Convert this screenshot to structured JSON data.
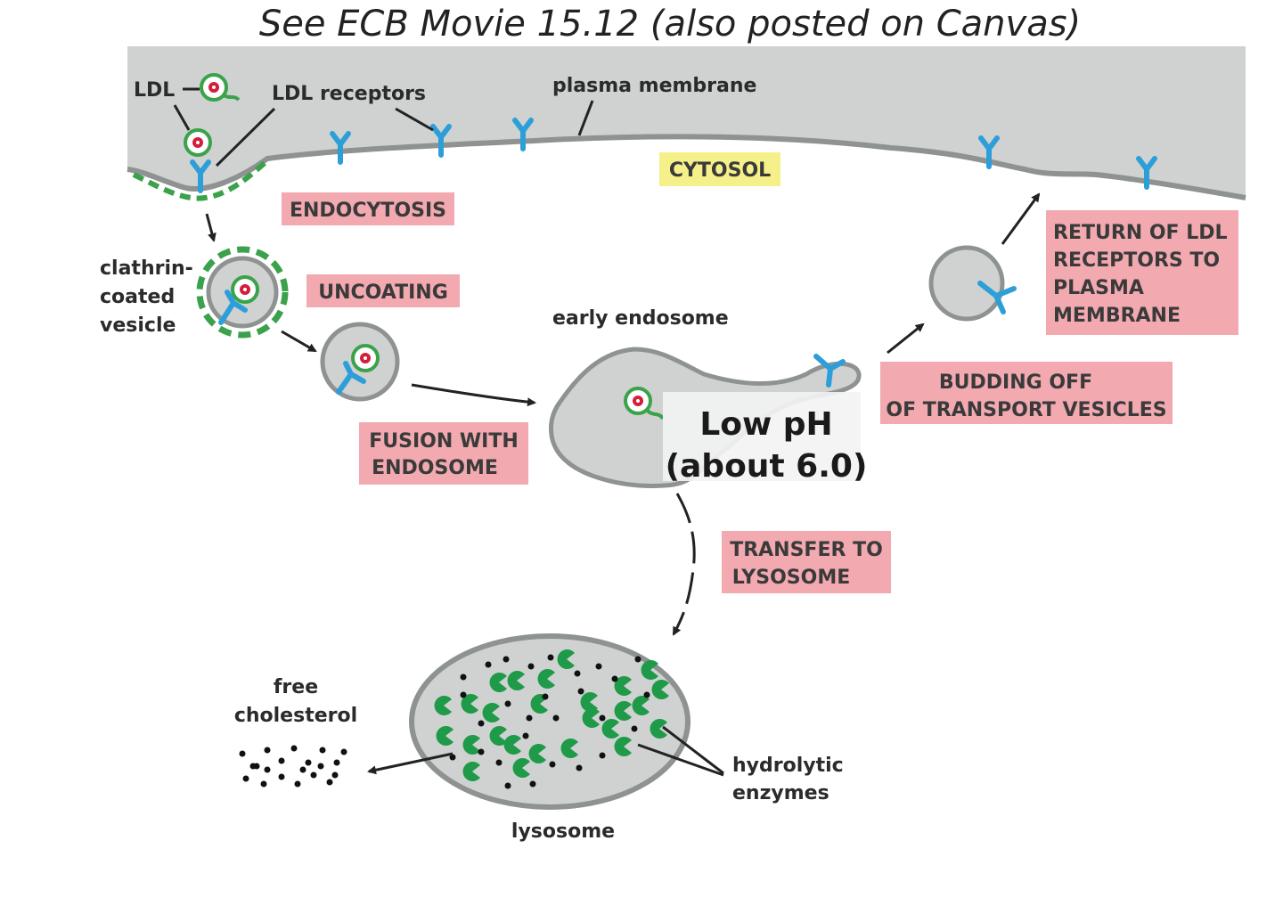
{
  "title": "See ECB Movie 15.12 (also posted on Canvas)",
  "labels": {
    "ldl": "LDL",
    "ldl_receptors": "LDL receptors",
    "plasma_membrane": "plasma membrane",
    "cytosol": "CYTOSOL",
    "clathrin_1": "clathrin-",
    "clathrin_2": "coated",
    "clathrin_3": "vesicle",
    "early_endosome": "early endosome",
    "low_ph_1": "Low pH",
    "low_ph_2": "(about 6.0)",
    "free_chol_1": "free",
    "free_chol_2": "cholesterol",
    "lysosome": "lysosome",
    "hydrolytic_1": "hydrolytic",
    "hydrolytic_2": "enzymes"
  },
  "steps": {
    "endocytosis": "ENDOCYTOSIS",
    "uncoating": "UNCOATING",
    "fusion_1": "FUSION WITH",
    "fusion_2": "ENDOSOME",
    "transfer_1": "TRANSFER TO",
    "transfer_2": "LYSOSOME",
    "budding_1": "BUDDING OFF",
    "budding_2": "OF TRANSPORT VESICLES",
    "return_1": "RETURN OF LDL",
    "return_2": "RECEPTORS TO",
    "return_3": "PLASMA",
    "return_4": "MEMBRANE"
  },
  "colors": {
    "cell": "#cfd2d1",
    "membrane": "#9a9d9c",
    "receptor": "#2d9fd8",
    "clathrin": "#3aa24a",
    "ldl_core": "#d21f3c",
    "step_box": "#f2a9b0",
    "cytosol_box": "#f5f08a"
  }
}
